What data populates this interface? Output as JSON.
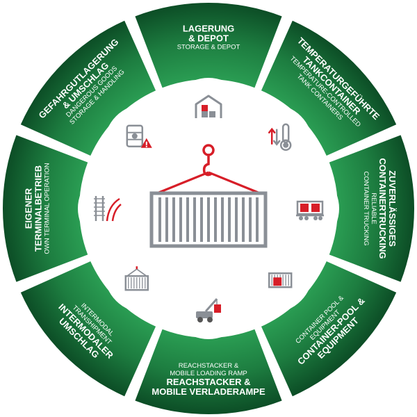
{
  "colors": {
    "green_dark": "#0b4a24",
    "green_mid": "#1f8a46",
    "green_light": "#2fa95a",
    "gray": "#8a8f96",
    "red": "#d71e28",
    "white": "#ffffff"
  },
  "hub": {
    "icon": "container-with-crane-hook-icon"
  },
  "segments": [
    {
      "id": "lagerung",
      "title": [
        "LAGERUNG",
        "& DEPOT"
      ],
      "subtitle": [
        "STORAGE & DEPOT"
      ],
      "icon": "warehouse-icon"
    },
    {
      "id": "temperatur",
      "title": [
        "TEMPERATURGEFÜHRTE",
        "TANKCONTAINER"
      ],
      "subtitle": [
        "TEMPERATURE-CONTROLLED",
        "TANK CONTAINERS"
      ],
      "icon": "thermometer-icon"
    },
    {
      "id": "trucking",
      "title": [
        "ZUVERLÄSSIGES",
        "CONTAINERTRUCKING"
      ],
      "subtitle": [
        "RELIABLE",
        "CONTAINER TRUCKING"
      ],
      "icon": "truck-container-icon"
    },
    {
      "id": "pool",
      "title": [
        "CONTAINER-POOL &",
        "EQUIPMENT"
      ],
      "subtitle": [
        "CONTAINER POOL &",
        "EQUIPMENT"
      ],
      "icon": "container-pool-icon"
    },
    {
      "id": "reachstacker",
      "title": [
        "REACHSTACKER &",
        "MOBILE VERLADERAMPE"
      ],
      "subtitle": [
        "REACHSTACKER &",
        "MOBILE LOADING RAMP"
      ],
      "icon": "reachstacker-icon"
    },
    {
      "id": "intermodal",
      "title": [
        "INTERMODALER",
        "UMSCHLAG"
      ],
      "subtitle": [
        "INTERMODAL",
        "TRANSHIPMENT"
      ],
      "icon": "hanging-container-icon"
    },
    {
      "id": "terminal",
      "title": [
        "EIGENER",
        "TERMINALBETRIEB"
      ],
      "subtitle": [
        "OWN TERMINAL OPERATION"
      ],
      "icon": "rail-tracks-icon"
    },
    {
      "id": "gefahrgut",
      "title": [
        "GEFAHRGUTLAGERUNG",
        "& UMSCHLAG"
      ],
      "subtitle": [
        "DANGEROUS GOODS",
        "STORAGE & HANDLING"
      ],
      "icon": "hazard-barrel-icon"
    }
  ]
}
